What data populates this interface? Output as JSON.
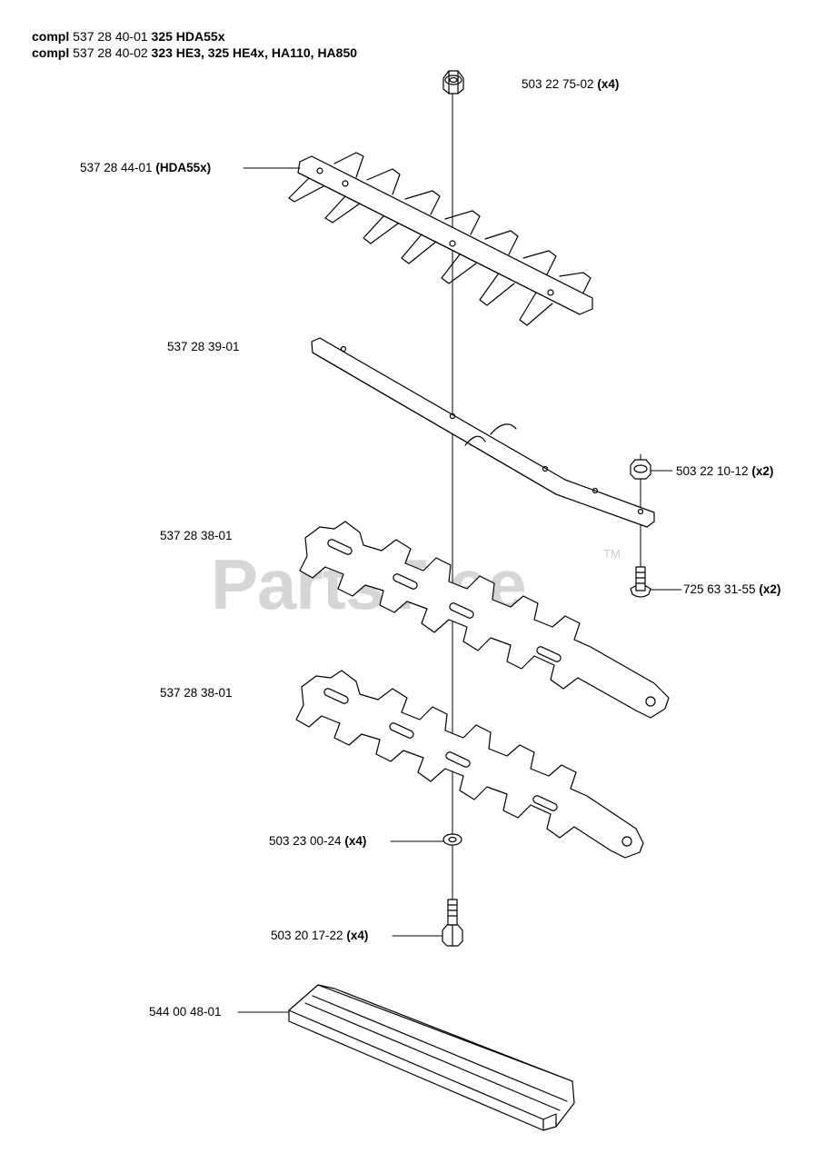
{
  "header": {
    "line1": {
      "prefix": "compl",
      "part": "537 28 40-01",
      "models": "325 HDA55x"
    },
    "line2": {
      "prefix": "compl",
      "part": "537 28 40-02",
      "models": "323 HE3, 325 HE4x, HA110, HA850"
    }
  },
  "watermark": {
    "text": "PartsTree",
    "tm": "TM"
  },
  "callouts": [
    {
      "part": "503 22 75-02",
      "note": "(x4)"
    },
    {
      "part": "537 28 44-01",
      "note": "(HDA55x)"
    },
    {
      "part": "537 28 39-01",
      "note": ""
    },
    {
      "part": "503 22 10-12",
      "note": "(x2)"
    },
    {
      "part": "537 28 38-01",
      "note": ""
    },
    {
      "part": "725 63 31-55",
      "note": "(x2)"
    },
    {
      "part": "537 28 38-01",
      "note": ""
    },
    {
      "part": "503 23 00-24",
      "note": "(x4)"
    },
    {
      "part": "503 20 17-22",
      "note": "(x4)"
    },
    {
      "part": "544 00 48-01",
      "note": ""
    }
  ]
}
